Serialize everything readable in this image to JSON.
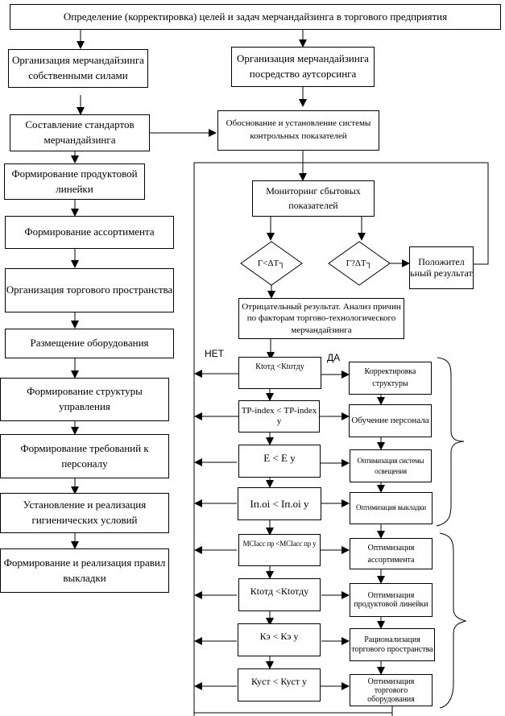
{
  "top": "Определение (корректировка) целей и задач мерчандайзинга в торгового предприятия",
  "left_column": [
    "Организация мерчандайзинга собственными силами",
    "Составление стандартов мерчандайзинга",
    "Формирование продуктовой линейки",
    "Формирование ассортимента",
    "Организация торгового пространства",
    "Размещение оборудования",
    "Формирование структуры управления",
    "Формирование требований к персоналу",
    "Установление и реализация гигиенических условий",
    "Формирование и реализация правил выкладки"
  ],
  "right_top": {
    "outsourcing": "Организация мерчандайзинга посредство аутсорсинга",
    "kpi_system": "Обоснование и установление системы контрольных показателей",
    "monitoring": "Мониторинг сбытовых показателей",
    "decision_neg": "Г<ΔТ┐",
    "decision_pos": "Г?ΔТ┐",
    "positive": "Положител ьный результат",
    "negative": "Отрицательный результат. Анализ причин по факторам торгово-технологического мерчандайзинга"
  },
  "labels": {
    "no": "НЕТ",
    "yes": "ДА"
  },
  "conditions": [
    "Кtотд <Кtотдy",
    "ТР-index < ТР-index y",
    "Е < Е y",
    "Iп.оi < Iп.оi y",
    "MCIасс пр <MCIасс пр y",
    "Кtотд <Кtотдy",
    "Кэ < Кэ y",
    "Куст < Куст y"
  ],
  "actions": [
    "Корректировка структуры",
    "Обучение персонала",
    "Оптимизация системы освещения",
    "Оптимизация выкладки",
    "Оптимизация ассортимента",
    "Оптимизация продуктовой линейки",
    "Рационализация торгового пространства",
    "Оптимизация торгового оборудования"
  ]
}
